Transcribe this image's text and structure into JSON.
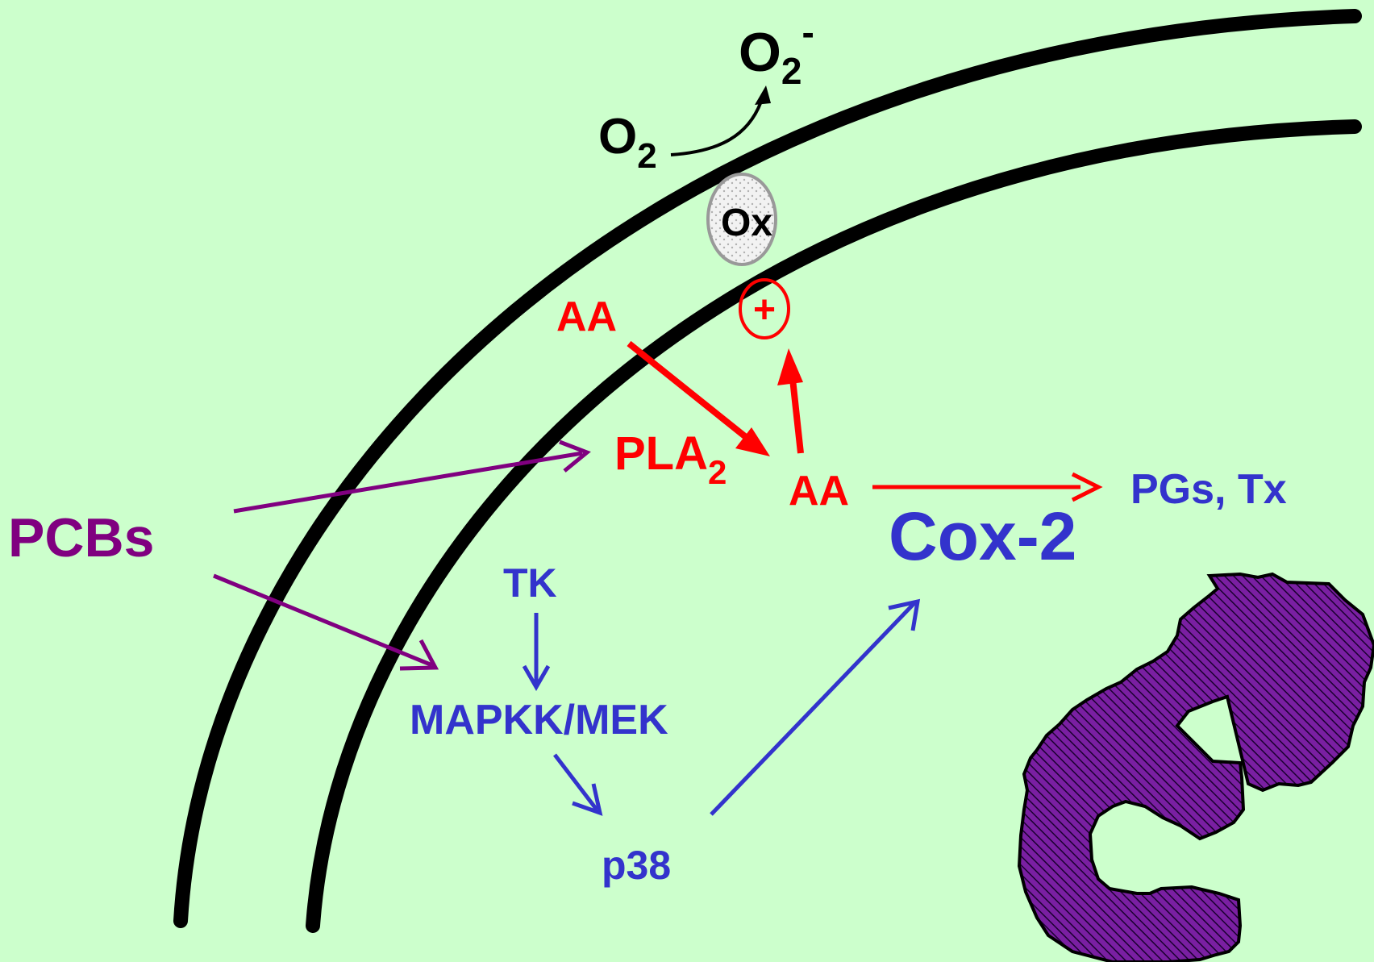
{
  "colors": {
    "background": "#ccffcc",
    "membrane": "#000000",
    "red": "#ff0000",
    "blue": "#3333cc",
    "purple": "#800080",
    "nucleus_fill": "#7a1fa2"
  },
  "labels": {
    "o2": "O",
    "o2_sub": "2",
    "o2_minus": "O",
    "o2_minus_sub": "2",
    "o2_minus_sup": "-",
    "ox": "Ox",
    "plus": "+",
    "aa_top": "AA",
    "pla2": "PLA",
    "pla2_sub": "2",
    "aa_mid": "AA",
    "pgs_tx": "PGs, Tx",
    "cox2": "Cox-2",
    "pcbs": "PCBs",
    "tk": "TK",
    "mapkk_mek": "MAPKK/MEK",
    "p38": "p38"
  }
}
